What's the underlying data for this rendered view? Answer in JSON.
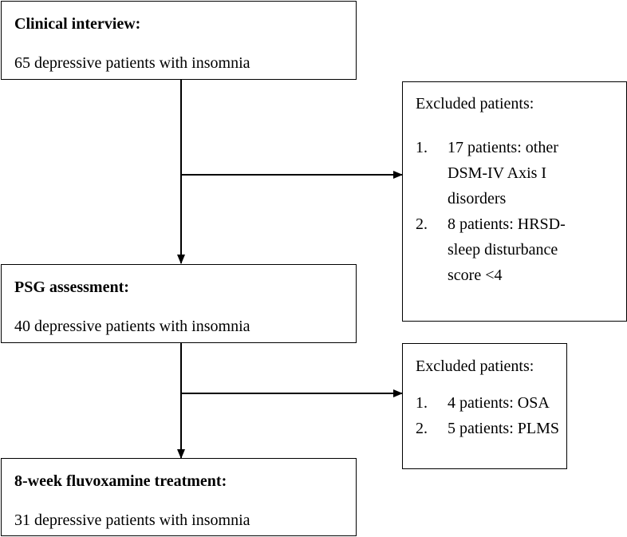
{
  "boxes": {
    "clinical": {
      "title": "Clinical interview:",
      "text": "65 depressive patients with insomnia"
    },
    "psg": {
      "title": "PSG assessment:",
      "text": "40 depressive patients with insomnia"
    },
    "treatment": {
      "title": "8-week fluvoxamine treatment:",
      "text": "31 depressive patients with insomnia"
    }
  },
  "excluded_1": {
    "heading": "Excluded patients:",
    "items": [
      {
        "num": "1.",
        "text": "17 patients: other DSM-IV Axis I disorders"
      },
      {
        "num": "2.",
        "text": "8 patients: HRSD-sleep disturbance score <4"
      }
    ]
  },
  "excluded_2": {
    "heading": "Excluded patients:",
    "items": [
      {
        "num": "1.",
        "text": "4 patients: OSA"
      },
      {
        "num": "2.",
        "text": "5 patients: PLMS"
      }
    ]
  }
}
